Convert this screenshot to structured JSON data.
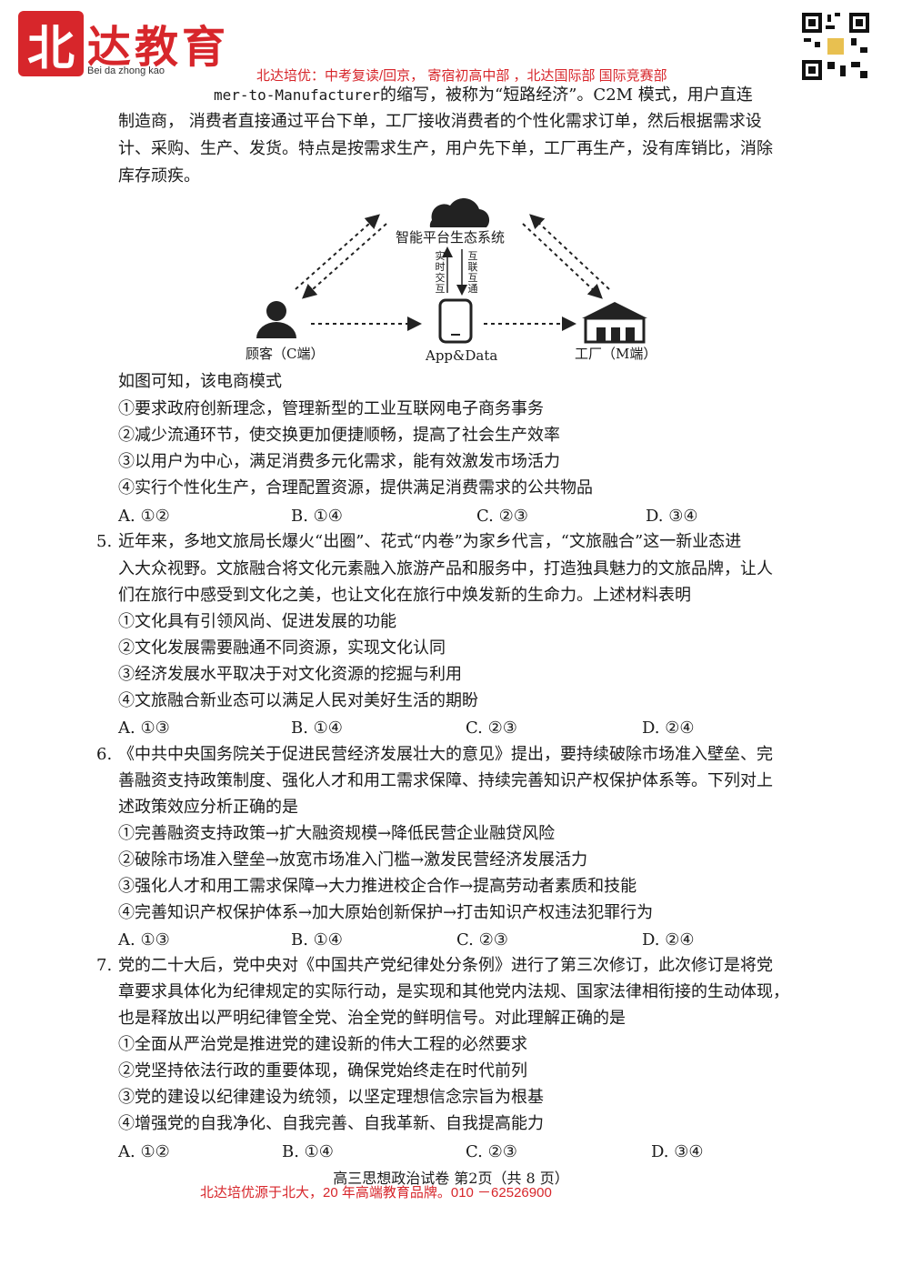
{
  "header": {
    "logo_char": "北",
    "logo_text": "达教育",
    "logo_sub": "Bei da zhong kao",
    "banner": "北达培优：中考复读/回京， 寄宿初高中部 ，北达国际部 国际竞赛部"
  },
  "intro": {
    "line1_prefix": "mer-to-Manufacturer",
    "line1_suffix": "的缩写，被称为“短路经济”。C2M 模式，用户直连",
    "line2": "制造商，  消费者直接通过平台下单，工厂接收消费者的个性化需求订单，然后根据需求设",
    "line3": "计、采购、生产、发货。特点是按需求生产，用户先下单，工厂再生产，没有库销比，消除",
    "line4": "库存顽疾。"
  },
  "diagram": {
    "cloud_label": "智能平台生态系统",
    "left_vertical": "实时交互",
    "right_vertical": "互联互通",
    "customer_label": "顾客（C端）",
    "app_label": "App&Data",
    "factory_label": "工厂（M端）"
  },
  "q4": {
    "stem": "如图可知，该电商模式",
    "items": [
      "①要求政府创新理念，管理新型的工业互联网电子商务事务",
      "②减少流通环节，使交换更加便捷顺畅，提高了社会生产效率",
      "③以用户为中心，满足消费多元化需求，能有效激发市场活力",
      "④实行个性化生产，合理配置资源，提供满足消费需求的公共物品"
    ],
    "options": [
      "A. ①②",
      "B. ①④",
      "C. ②③",
      "D. ③④"
    ]
  },
  "q5": {
    "number": "5.",
    "stem": [
      "近年来，多地文旅局长爆火“出圈”、花式“内卷”为家乡代言，“文旅融合”这一新业态进",
      "入大众视野。文旅融合将文化元素融入旅游产品和服务中，打造独具魅力的文旅品牌，让人",
      "们在旅行中感受到文化之美，也让文化在旅行中焕发新的生命力。上述材料表明"
    ],
    "items": [
      "①文化具有引领风尚、促进发展的功能",
      "②文化发展需要融通不同资源，实现文化认同",
      "③经济发展水平取决于对文化资源的挖掘与利用",
      "④文旅融合新业态可以满足人民对美好生活的期盼"
    ],
    "options": [
      "A. ①③",
      "B. ①④",
      "C. ②③",
      "D. ②④"
    ]
  },
  "q6": {
    "number": "6.",
    "stem": [
      "《中共中央国务院关于促进民营经济发展壮大的意见》提出，要持续破除市场准入壁垒、完",
      "善融资支持政策制度、强化人才和用工需求保障、持续完善知识产权保护体系等。下列对上",
      "述政策效应分析正确的是"
    ],
    "items": [
      "①完善融资支持政策→扩大融资规模→降低民营企业融贷风险",
      "②破除市场准入壁垒→放宽市场准入门槛→激发民营经济发展活力",
      "③强化人才和用工需求保障→大力推进校企合作→提高劳动者素质和技能",
      "④完善知识产权保护体系→加大原始创新保护→打击知识产权违法犯罪行为"
    ],
    "options": [
      "A. ①③",
      "B. ①④",
      "C. ②③",
      "D. ②④"
    ]
  },
  "q7": {
    "number": "7.",
    "stem": [
      "党的二十大后，党中央对《中国共产党纪律处分条例》进行了第三次修订，此次修订是将党",
      "章要求具体化为纪律规定的实际行动，是实现和其他党内法规、国家法律相衔接的生动体现，",
      "也是释放出以严明纪律管全党、治全党的鲜明信号。对此理解正确的是"
    ],
    "items": [
      "①全面从严治党是推进党的建设新的伟大工程的必然要求",
      "②党坚持依法行政的重要体现，确保党始终走在时代前列",
      "③党的建设以纪律建设为统领，以坚定理想信念宗旨为根基",
      "④增强党的自我净化、自我完善、自我革新、自我提高能力"
    ],
    "options": [
      "A. ①②",
      "B. ①④",
      "C. ②③",
      "D. ③④"
    ]
  },
  "footer": {
    "page": "高三思想政治试卷  第2页（共 8 页）",
    "promo": "北达培优源于北大，20 年高端教育品牌。010 －62526900"
  },
  "colors": {
    "brand_red": "#d7262b",
    "text": "#1a1a1a"
  }
}
